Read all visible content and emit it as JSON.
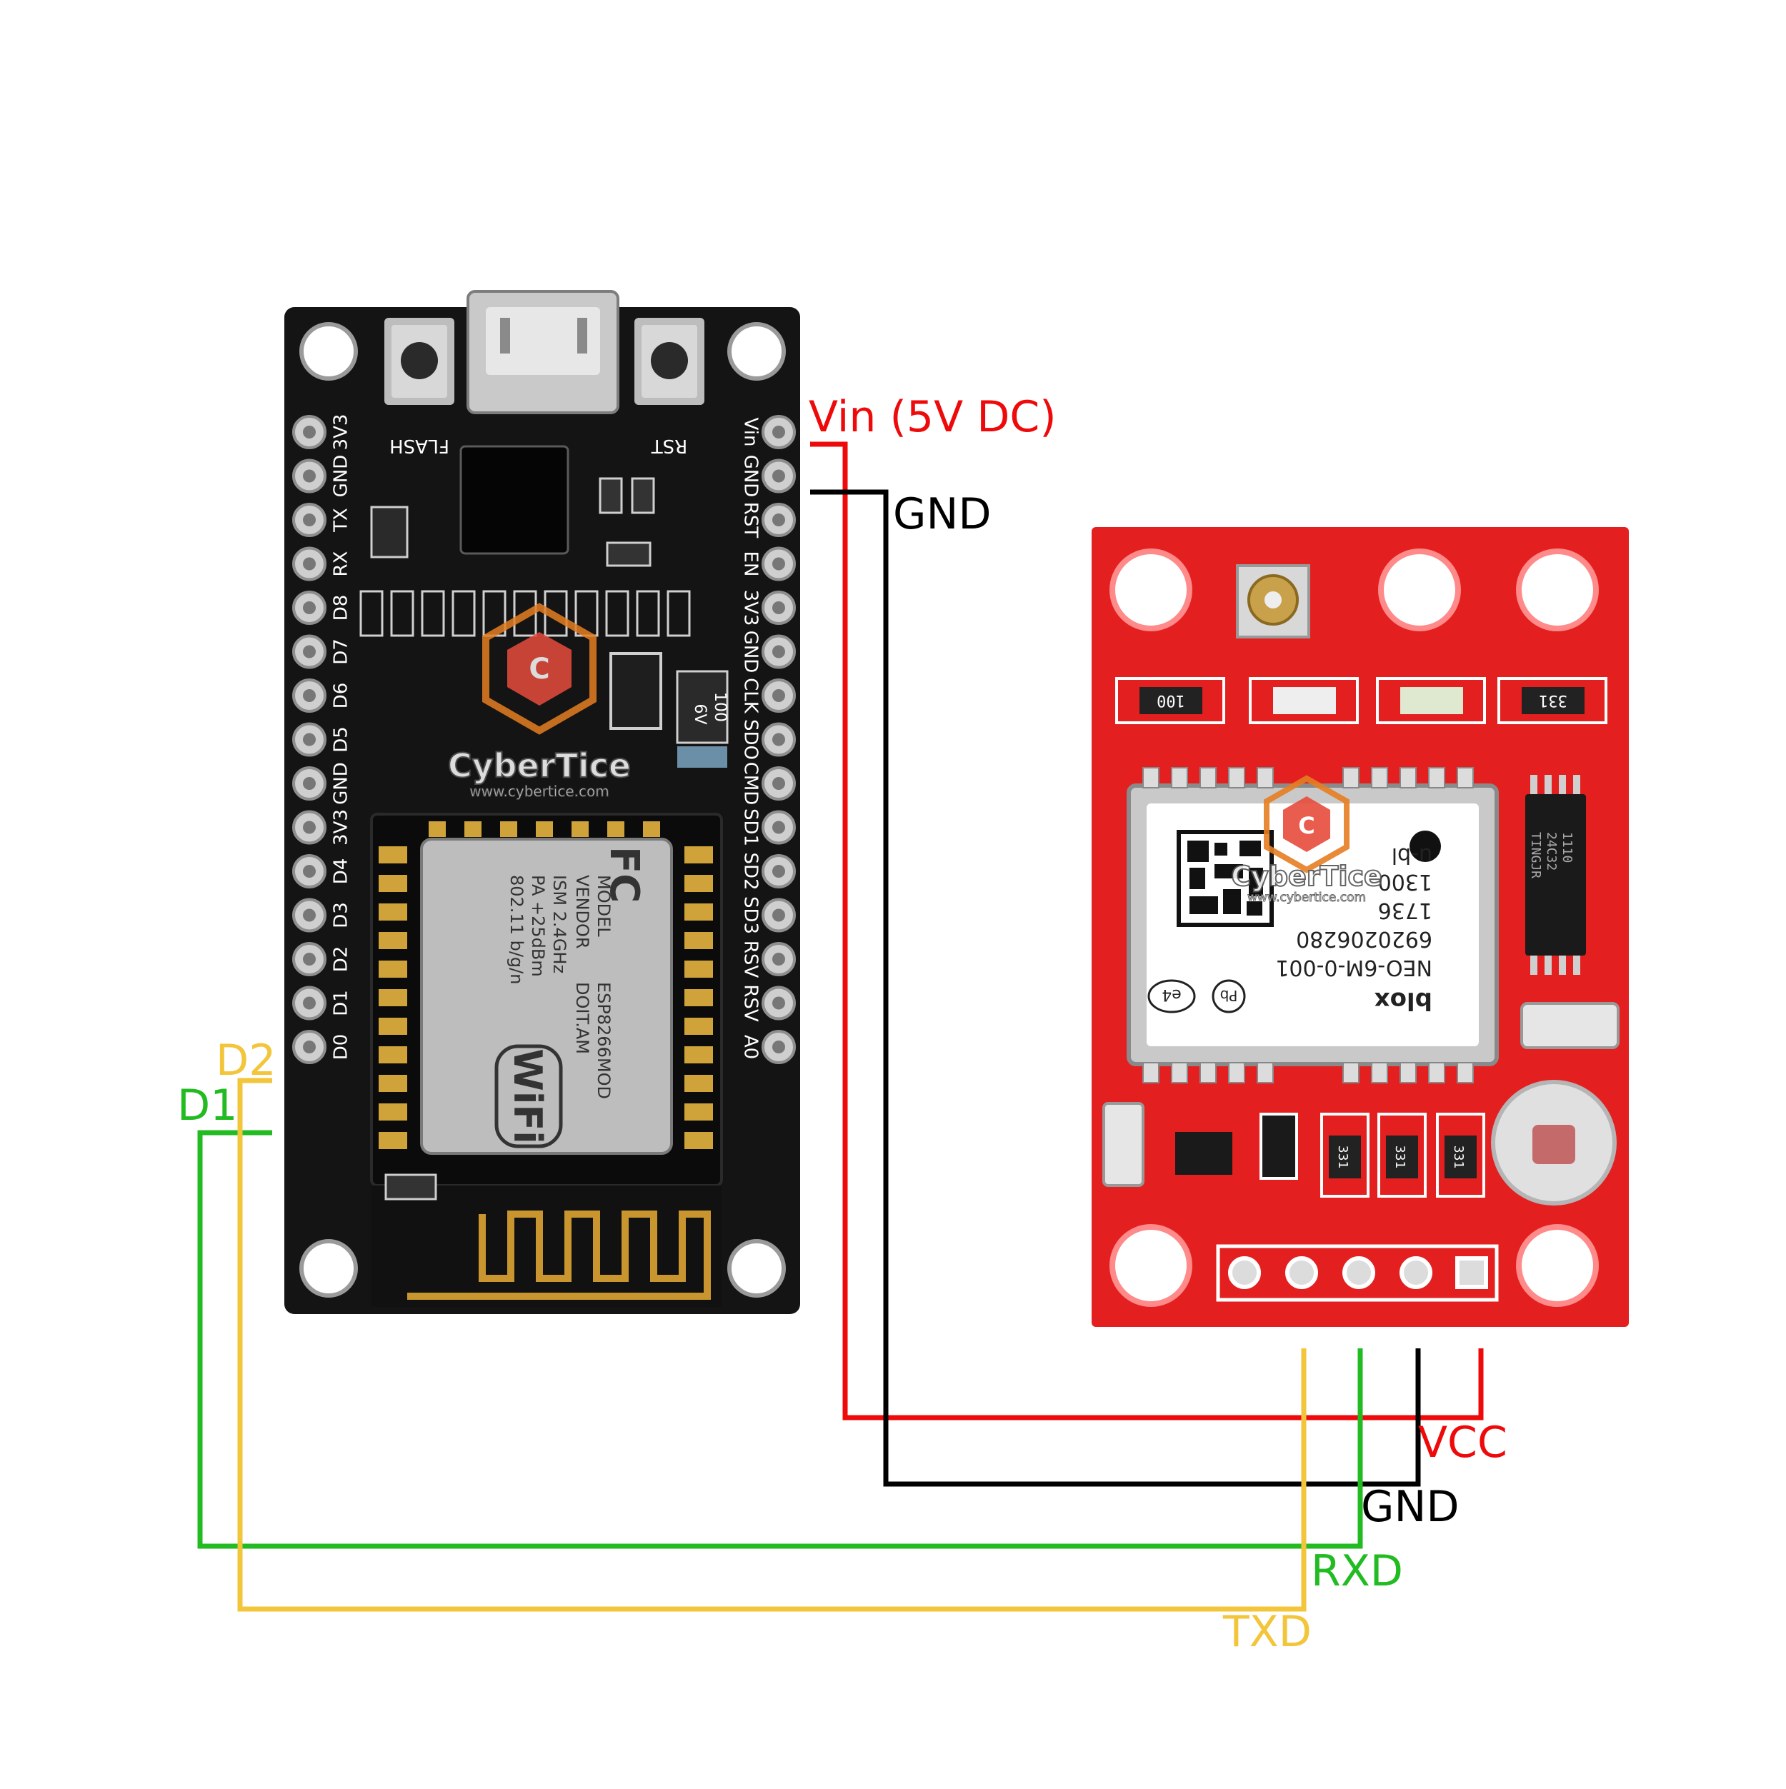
{
  "nodemcu": {
    "left_pins": [
      "3V3",
      "GND",
      "TX",
      "RX",
      "D8",
      "D7",
      "D6",
      "D5",
      "GND",
      "3V3",
      "D4",
      "D3",
      "D2",
      "D1",
      "D0"
    ],
    "right_pins": [
      "Vin",
      "GND",
      "RST",
      "EN",
      "3V3",
      "GND",
      "CLK",
      "SDO",
      "CMD",
      "SD1",
      "SD2",
      "SD3",
      "RSV",
      "RSV",
      "A0"
    ],
    "flash_label": "FLASH",
    "rst_label": "RST",
    "module_lines": [
      "MODEL",
      "VENDOR",
      "ESP8266MOD",
      "DOIT.AM",
      "ISM 2.4GHz",
      "PA +25dBm",
      "802.11 b/g/n"
    ],
    "wifi_mark": "WiFi",
    "fcc_mark": "FC",
    "cap_top": "100",
    "cap_bottom": "6V"
  },
  "gps": {
    "resistors": [
      "100",
      "331",
      "331",
      "331",
      "331"
    ],
    "ic_text": [
      "1110",
      "24C32",
      "TINGJR"
    ],
    "label_lines": [
      "u-bl",
      "1300",
      "1736",
      "6920206280",
      "NEO-6M-0-001"
    ],
    "brand": "blox",
    "e4_mark": "e4",
    "pb_mark": "Pb"
  },
  "watermark": {
    "brand": "CyberTice",
    "url": "www.cybertice.com"
  },
  "labels": {
    "vin": "Vin (5V DC)",
    "gnd_top": "GND",
    "d2": "D2",
    "d1": "D1",
    "vcc": "VCC",
    "gnd_bottom": "GND",
    "rxd": "RXD",
    "txd": "TXD"
  },
  "colors": {
    "power": "#ee0a0a",
    "ground": "#000000",
    "rx_wire": "#22bb22",
    "tx_wire": "#f2c53a",
    "nodemcu_board": "#141414",
    "gps_board": "#e41f1f",
    "watermark": "#e67e22"
  }
}
